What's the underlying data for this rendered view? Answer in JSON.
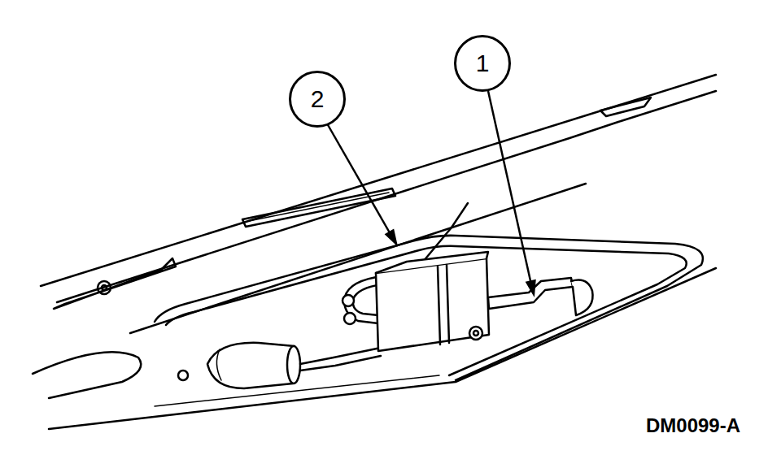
{
  "diagram": {
    "nodes": [
      {
        "text": [
          "1"
        ]
      },
      {
        "text": [
          "2"
        ]
      }
    ],
    "labels": [
      "DM0099-A"
    ]
  }
}
